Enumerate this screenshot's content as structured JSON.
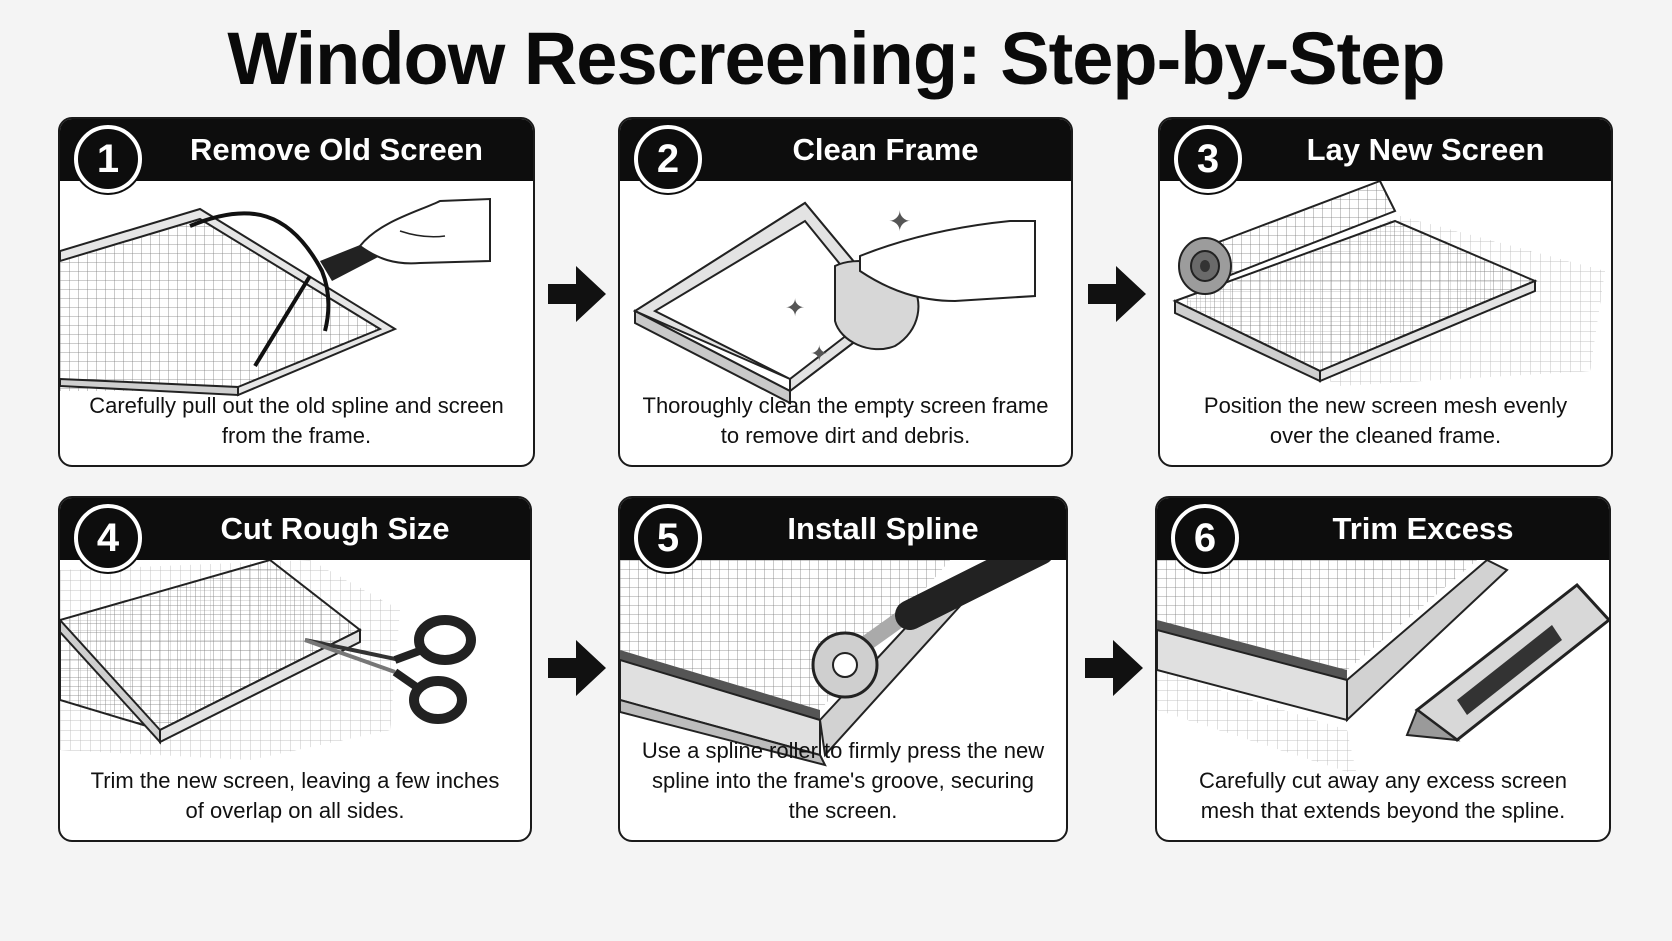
{
  "title": "Window Rescreening: Step-by-Step",
  "steps": [
    {
      "number": "1",
      "title": "Remove Old Screen",
      "caption": "Carefully pull out the old spline and screen from the frame."
    },
    {
      "number": "2",
      "title": "Clean Frame",
      "caption": "Thoroughly clean the empty screen frame to remove dirt and debris."
    },
    {
      "number": "3",
      "title": "Lay New Screen",
      "caption": "Position the new screen mesh evenly over the cleaned frame."
    },
    {
      "number": "4",
      "title": "Cut Rough Size",
      "caption": "Trim the new screen, leaving a few inches of overlap on all sides."
    },
    {
      "number": "5",
      "title": "Install Spline",
      "caption": "Use a spline roller to firmly press the new spline into the frame's groove, securing the screen."
    },
    {
      "number": "6",
      "title": "Trim Excess",
      "caption": "Carefully cut away any excess screen mesh that extends beyond the spline."
    }
  ],
  "icons": {
    "flow_arrow": "arrow-right-icon",
    "step_illustrations": [
      "frame-spline-pull-icon",
      "frame-wipe-cloth-icon",
      "mesh-roll-frame-icon",
      "scissors-mesh-icon",
      "spline-roller-icon",
      "utility-knife-trim-icon"
    ]
  }
}
